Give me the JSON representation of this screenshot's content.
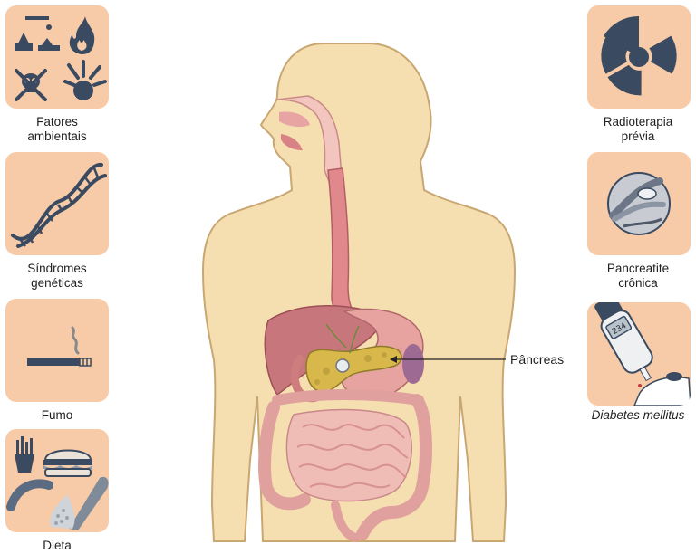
{
  "colors": {
    "card_bg": "#f7cba8",
    "icon": "#3a4a60",
    "skin": "#f5deb0",
    "skin_outline": "#c9a772",
    "organ_pink": "#d9828a",
    "pancreas_yellow": "#d8b84a"
  },
  "left_factors": [
    {
      "label": "Fatores\nambientais",
      "icon": "environmental-hazards-icon"
    },
    {
      "label": "Síndromes\ngenéticas",
      "icon": "dna-icon"
    },
    {
      "label": "Fumo",
      "icon": "cigarette-icon"
    },
    {
      "label": "Dieta",
      "icon": "fast-food-icon"
    }
  ],
  "right_factors": [
    {
      "label": "Radioterapia\nprévia",
      "icon": "radiation-icon"
    },
    {
      "label": "Pancreatite\ncrônica",
      "icon": "pancreatitis-icon"
    },
    {
      "label": "Diabetes mellitus",
      "icon": "glucose-meter-icon",
      "italic": true,
      "meter_reading": "234"
    }
  ],
  "figure": {
    "pointer_label": "Pâncreas"
  }
}
